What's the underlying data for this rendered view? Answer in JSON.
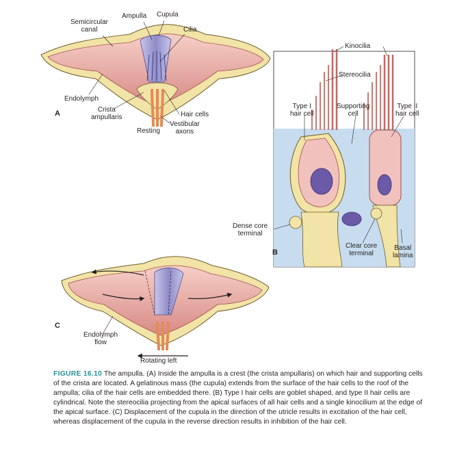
{
  "figure": {
    "panel_a": {
      "letter": "A",
      "labels": {
        "semicircular_canal": "Semicircular\ncanal",
        "ampulla": "Ampulla",
        "cupula": "Cupula",
        "cilia": "Cilia",
        "endolymph": "Endolymph",
        "crista_ampullaris": "Crista\nampullaris",
        "hair_cells": "Hair cells",
        "vestibular_axons": "Vestibular\naxons",
        "resting": "Resting"
      }
    },
    "panel_b": {
      "letter": "B",
      "labels": {
        "kinocilia": "Kinocilia",
        "stereocilia": "Stereocilia",
        "type_i_hair_cell": "Type I\nhair cell",
        "supporting_cell": "Supporting\ncell",
        "type_ii_hair_cell": "Type II\nhair cell",
        "dense_core_terminal": "Dense core\nterminal",
        "clear_core_terminal": "Clear core\nterminal",
        "basal_lamina": "Basal\nlamina"
      }
    },
    "panel_c": {
      "letter": "C",
      "labels": {
        "endolymph_flow": "Endolymph\nflow",
        "rotating_left": "Rotating left"
      }
    },
    "caption": {
      "title": "FIGURE 16.10",
      "text": "The ampulla. (A) Inside the ampulla is a crest (the crista ampullaris) on which hair and supporting cells of the crista are located. A gelatinous mass (the cupula) extends from the surface of the hair cells to the roof of the ampulla; cilia of the hair cells are embedded there. (B) Type I hair cells are goblet shaped, and type II hair cells are cylindrical. Note the stereocilia projecting from the apical surfaces of all hair cells and a single kinocilium at the edge of the apical surface. (C) Displacement of the cupula in the direction of the utricle results in excitation of the hair cell, whereas displacement of the cupula in the reverse direction results in inhibition of the hair cell."
    },
    "colors": {
      "canal_wall": "#f2e3a6",
      "endolymph": "#e9a3a0",
      "cupula": "#9a97cf",
      "nerve": "#e38b57",
      "fluid_blue": "#c7dcef",
      "hair_cell_pink": "#f1c1bd",
      "nucleus": "#6a5aa8",
      "caption_title": "#2a8f9a"
    }
  }
}
